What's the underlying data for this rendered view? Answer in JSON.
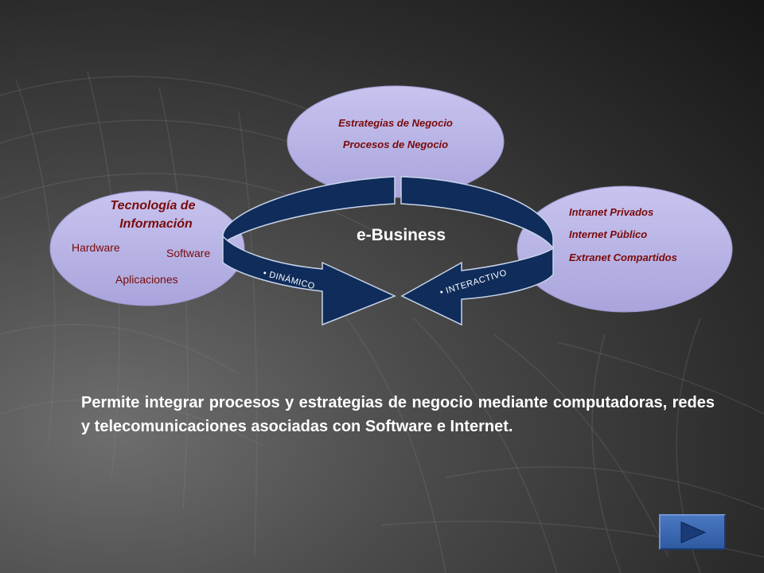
{
  "diagram": {
    "top_ellipse": {
      "line1": "Estrategias de Negocio",
      "line2": "Procesos de Negocio"
    },
    "left_ellipse": {
      "title_line1": "Tecnología de",
      "title_line2": "Información",
      "item_hardware": "Hardware",
      "item_software": "Software",
      "item_aplicaciones": "Aplicaciones"
    },
    "right_ellipse": {
      "line1": "Intranet Privados",
      "line2": "Internet Público",
      "line3": "Extranet Compartidos"
    },
    "center_label": "e-Business",
    "left_arrow_label": "• DINÁMICO",
    "right_arrow_label": "• INTERACTIVO"
  },
  "body_text": "Permite integrar procesos y estrategias de negocio mediante computadoras, redes y telecomunicaciones asociadas con Software e Internet.",
  "colors": {
    "ellipse_fill": "#b8b4e4",
    "arrow_fill": "#0f2c5a",
    "label_red": "#7a0a0a",
    "nav_button": "#3a66b0"
  },
  "icons": {
    "next": "play-triangle-icon"
  }
}
